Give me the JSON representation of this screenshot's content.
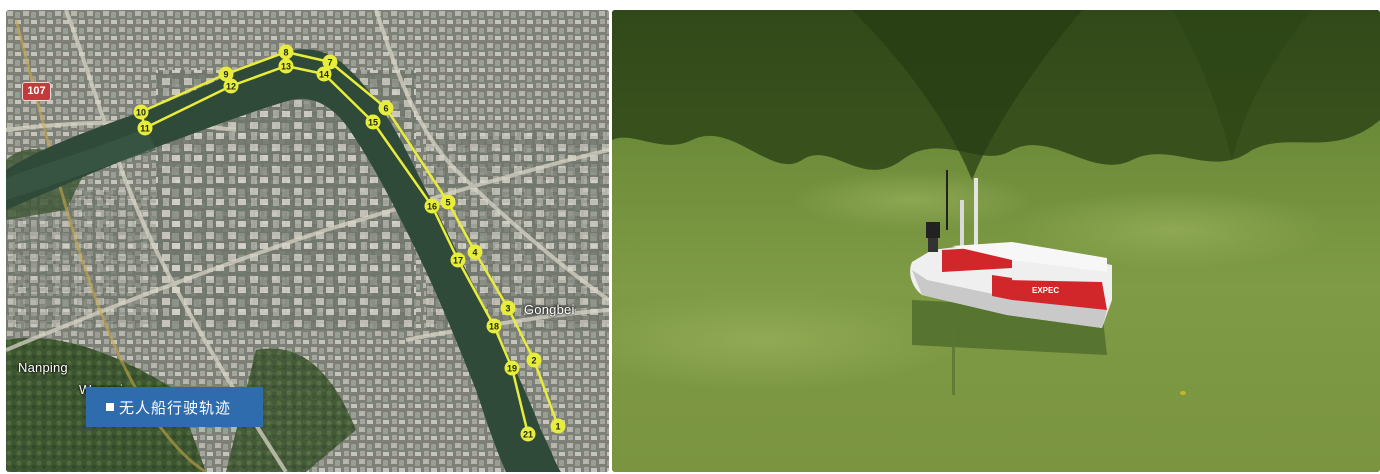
{
  "map": {
    "road_badge": "107",
    "places": {
      "gongbei": "Gongbei",
      "nanping": "Nanping",
      "wanzai": "Wanzai"
    },
    "caption": "无人船行驶轨迹",
    "waypoint_labels": [
      "1",
      "2",
      "3",
      "4",
      "5",
      "6",
      "7",
      "8",
      "9",
      "10",
      "11",
      "12",
      "13",
      "14",
      "15",
      "16",
      "17",
      "18",
      "19",
      "21"
    ],
    "route_color": "#e8ec3a"
  },
  "photo": {
    "boat_brand": "EXPEC",
    "boat_colors": {
      "hull": "#f2f2f2",
      "stripe": "#d1262a"
    }
  }
}
